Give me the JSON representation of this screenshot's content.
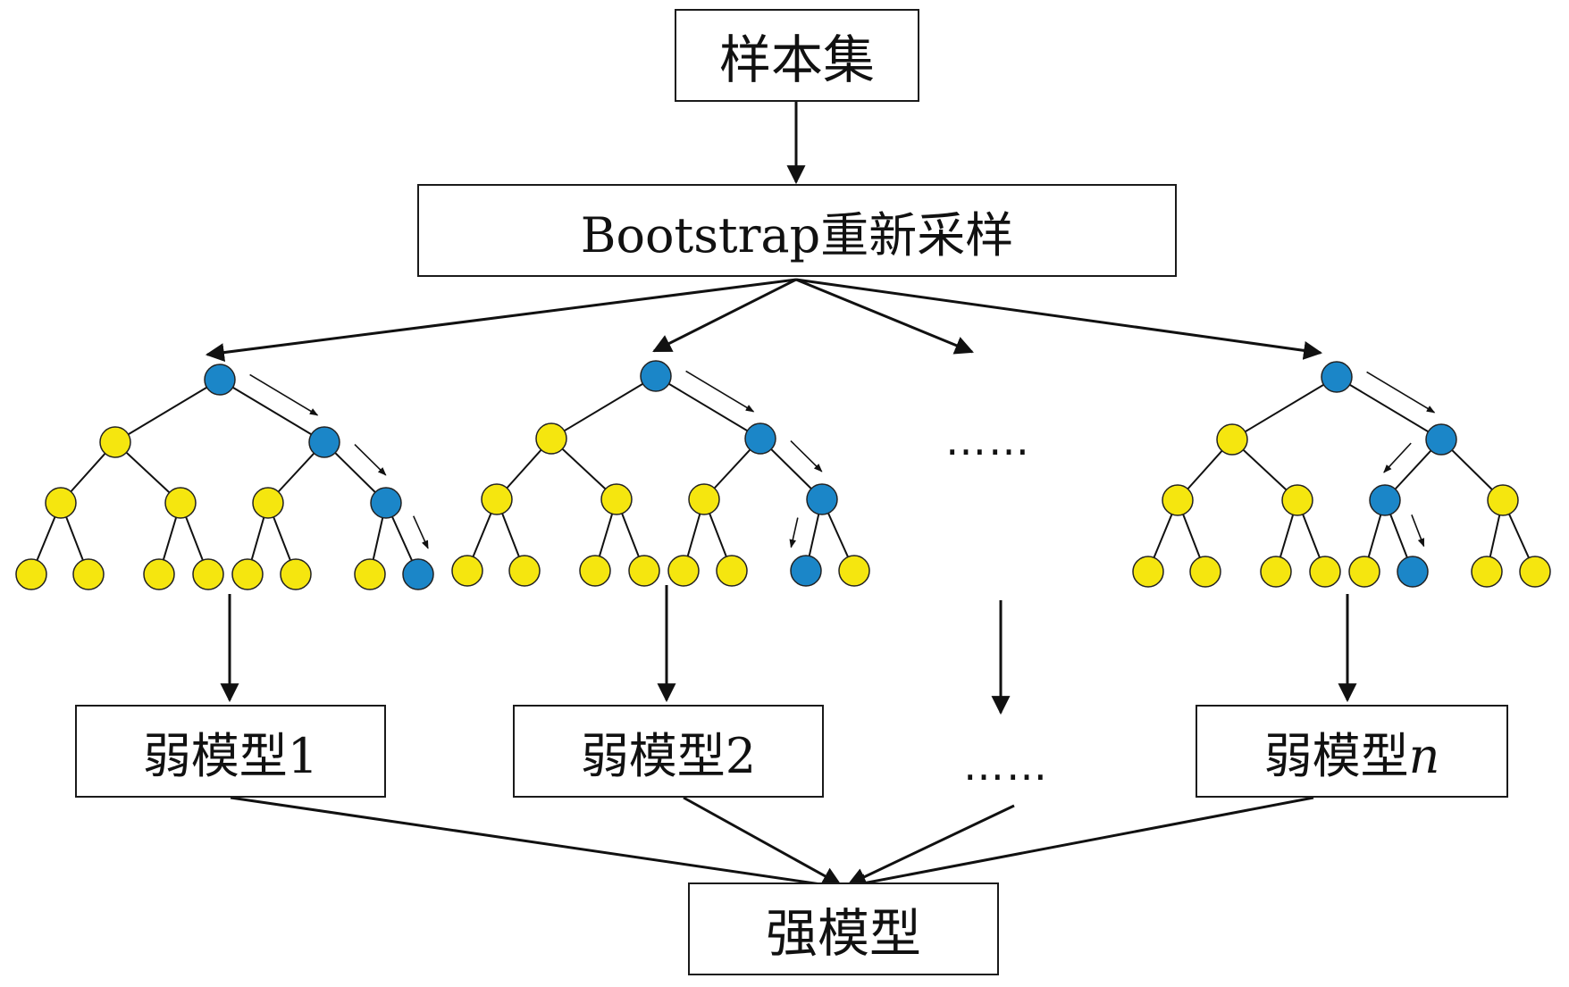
{
  "colors": {
    "blue_node": "#1b86c8",
    "yellow_node": "#f5e60f",
    "line": "#111111"
  },
  "boxes": {
    "sample_set": "样本集",
    "bootstrap": "Bootstrap重新采样",
    "weak_model_1": "弱模型1",
    "weak_model_2": "弱模型2",
    "weak_model_n_prefix": "弱模型",
    "weak_model_n_suffix": "n",
    "strong_model": "强模型"
  },
  "ellipsis_trees": "……",
  "ellipsis_models": "……",
  "trees": [
    {
      "path": [
        "root",
        "R",
        "RR",
        "RRR"
      ]
    },
    {
      "path": [
        "root",
        "R",
        "RR",
        "RRL"
      ]
    },
    {
      "path": [
        "root",
        "R",
        "RL",
        "RLR"
      ]
    }
  ]
}
